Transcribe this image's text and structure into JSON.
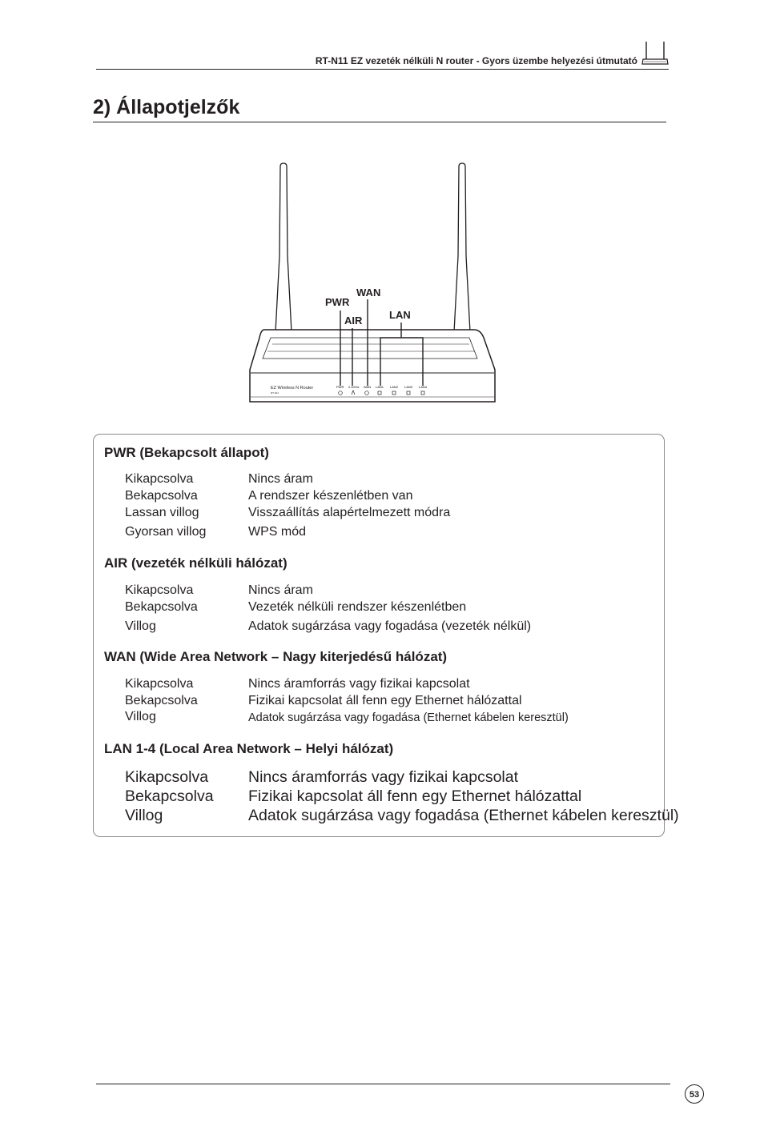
{
  "header": {
    "text": "RT-N11 EZ vezeték nélküli N router - Gyors üzembe helyezési útmutató"
  },
  "page_title": "2) Állapotjelzők",
  "diagram": {
    "callouts": {
      "pwr": "PWR",
      "wan": "WAN",
      "air": "AIR",
      "lan": "LAN"
    },
    "router_name": "EZ Wireless N Router",
    "router_model": "RT-N11",
    "led_labels": [
      "PWR",
      "2.4GHz",
      "WAN",
      "LAN1",
      "LAN2",
      "LAN3",
      "LAN4"
    ]
  },
  "sections": [
    {
      "heading": "PWR (Bekapcsolt állapot)",
      "rows": [
        {
          "key": "Kikapcsolva",
          "value": "Nincs áram"
        },
        {
          "key": "Bekapcsolva",
          "value": "A rendszer készenlétben van"
        },
        {
          "key": "Lassan villog",
          "value": "Visszaállítás alapértelmezett módra"
        },
        {
          "key": "Gyorsan villog",
          "value": "WPS mód"
        }
      ]
    },
    {
      "heading": "AIR (vezeték nélküli hálózat)",
      "rows": [
        {
          "key": "Kikapcsolva",
          "value": "Nincs áram"
        },
        {
          "key": "Bekapcsolva",
          "value": "Vezeték nélküli rendszer készenlétben"
        },
        {
          "key": "Villog",
          "value": "Adatok sugárzása vagy fogadása (vezeték nélkül)"
        }
      ]
    },
    {
      "heading": "WAN (Wide Area Network – Nagy kiterjedésű hálózat)",
      "rows": [
        {
          "key": "Kikapcsolva",
          "value": "Nincs áramforrás vagy fizikai kapcsolat"
        },
        {
          "key": "Bekapcsolva",
          "value": "Fizikai kapcsolat áll fenn egy Ethernet hálózattal"
        },
        {
          "key": "Villog",
          "value": "Adatok sugárzása vagy fogadása (Ethernet kábelen keresztül)"
        }
      ]
    },
    {
      "heading": "LAN 1-4 (Local Area Network – Helyi hálózat)",
      "rows": [
        {
          "key": "Kikapcsolva",
          "value": "Nincs áramforrás vagy fizikai kapcsolat"
        },
        {
          "key": "Bekapcsolva",
          "value": "Fizikai kapcsolat áll fenn egy Ethernet hálózattal"
        },
        {
          "key": "Villog",
          "value": "Adatok sugárzása vagy fogadása (Ethernet kábelen keresztül)"
        }
      ]
    }
  ],
  "footer": {
    "page_number": "53"
  }
}
